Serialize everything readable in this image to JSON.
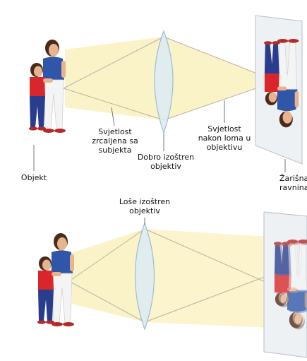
{
  "labels": {
    "light_reflected": "Svjetlost\nzrcaljena sa\nsubjekta",
    "focused_lens": "Dobro izoštren\nobjektiv",
    "light_after_refraction": "Svjetlost\nnakon loma u\nobjektivu",
    "object": "Objekt",
    "focal_plane": "Žarišna\nravnina",
    "unfocused_lens": "Loše izoštren\nobjektiv"
  },
  "colors": {
    "light_beam": "#fbf3c8",
    "ray_line": "#b9b2a2",
    "lens_fill": "#dbeaf4",
    "lens_stroke": "#9dbdd3",
    "shirt_mother": "#2f56a8",
    "shirt_child": "#d8262a",
    "pants_child": "#2a3c8c",
    "skin": "#e8b48e",
    "hair": "#4a2a1c",
    "plane": "#eef1f3"
  }
}
